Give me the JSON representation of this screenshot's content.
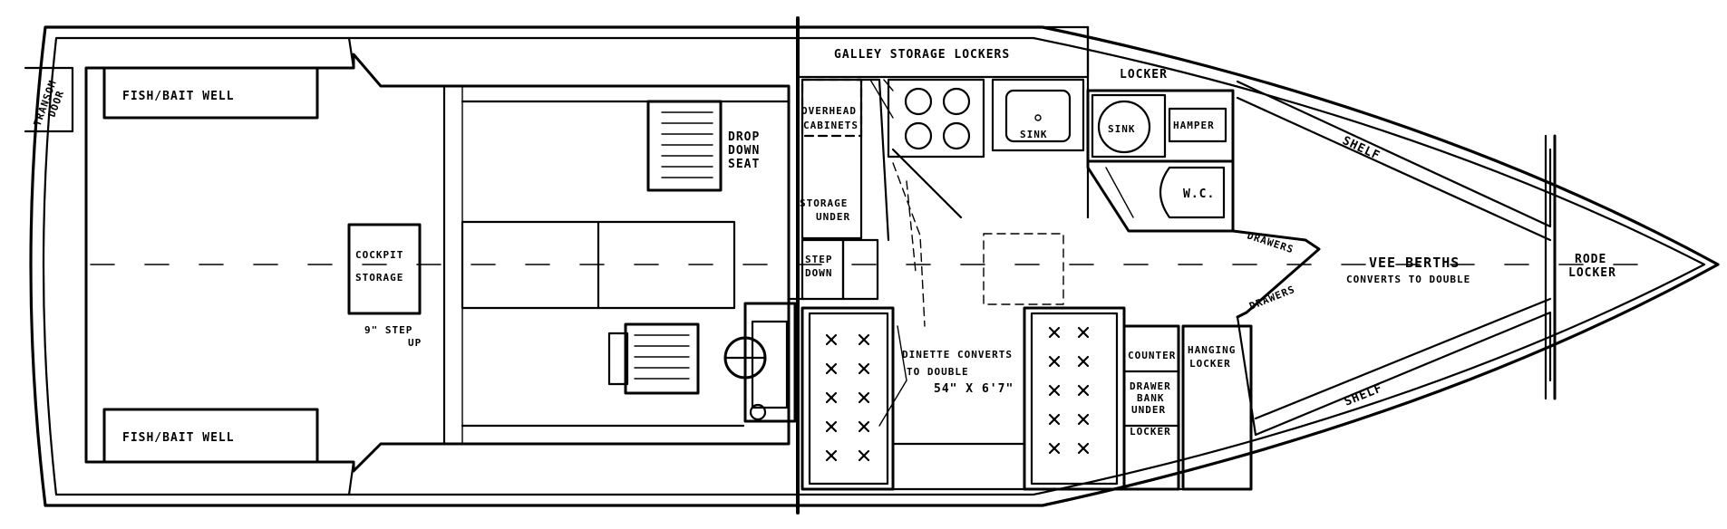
{
  "labels": {
    "transom_door_1": "TRANSOM",
    "transom_door_2": "DOOR",
    "fish_bait_well_top": "FISH/BAIT WELL",
    "fish_bait_well_bottom": "FISH/BAIT WELL",
    "cockpit_storage_1": "COCKPIT",
    "cockpit_storage_2": "STORAGE",
    "step_up_1": "9\" STEP",
    "step_up_2": "UP",
    "drop_down_seat_1": "DROP",
    "drop_down_seat_2": "DOWN",
    "drop_down_seat_3": "SEAT",
    "galley_storage_lockers": "GALLEY STORAGE LOCKERS",
    "locker_top": "LOCKER",
    "overhead_cabinets_1": "OVERHEAD",
    "overhead_cabinets_2": "CABINETS",
    "storage_under_1": "STORAGE",
    "storage_under_2": "UNDER",
    "step_down_1": "STEP",
    "step_down_2": "DOWN",
    "galley_sink": "SINK",
    "head_sink": "SINK",
    "hamper": "HAMPER",
    "wc": "W.C.",
    "shelf_top": "SHELF",
    "shelf_bottom": "SHELF",
    "drawers_top": "DRAWERS",
    "drawers_bottom": "DRAWERS",
    "vee_berths": "VEE BERTHS",
    "converts_to_double": "CONVERTS TO DOUBLE",
    "rode_locker_1": "RODE",
    "rode_locker_2": "LOCKER",
    "dinette_1": "DINETTE CONVERTS",
    "dinette_2": "TO DOUBLE",
    "dinette_3": "54\" X 6'7\"",
    "counter": "COUNTER",
    "drawers_bank_1": "DRAWER",
    "drawers_bank_2": "BANK",
    "drawers_bank_3": "UNDER",
    "locker_lower": "LOCKER",
    "hanging_locker_1": "HANGING",
    "hanging_locker_2": "LOCKER"
  }
}
